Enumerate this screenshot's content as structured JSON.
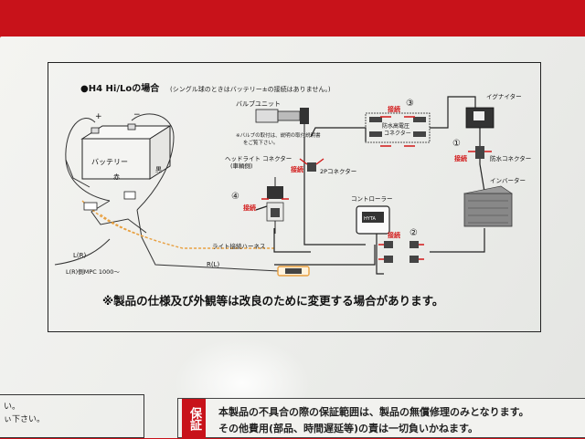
{
  "diagram": {
    "title": "●H4 Hi/Loの場合",
    "subtitle": "(シングル球のときはバッテリー±の接続はありません。)",
    "battery_label": "バッテリー",
    "battery_plus": "+",
    "battery_minus": "−",
    "bulb_unit": "バルブユニット",
    "bulb_note": [
      "※バルブの取付は、説明の取付説明書",
      "をご覧下さい。"
    ],
    "waterproof_hv_connector": [
      "防水高電圧",
      "コネクター"
    ],
    "igniter": "イグナイター",
    "waterproof_connector": "防水コネクター",
    "inverter": "インバーター",
    "two_p_connector": "2Pコネクター",
    "controller": "コントローラー",
    "controller_badge": "HYTA",
    "headlight_connector": [
      "ヘッドライト コネクター",
      "(車輌側)"
    ],
    "light_harness": "ライト接続ハーネス",
    "wire_r": "R(L)",
    "wire_l": "L(R)",
    "wire_l_note": "L(R)側MPC 1000〜",
    "wire_red": "赤",
    "wire_black": "黒",
    "connect": "接続",
    "steps": [
      "①",
      "②",
      "③",
      "④"
    ],
    "notice": "※製品の仕様及び外観等は改良のために変更する場合があります。"
  },
  "footer": {
    "left_lines": [
      "い。",
      "ぃ下さい。"
    ],
    "warranty_label": "保証",
    "warranty_line1": "本製品の不具合の際の保証範囲は、製品の無償修理のみとなります。",
    "warranty_line2": "その他費用(部品、時間遅延等)の責は一切負いかねます。"
  },
  "colors": {
    "background_red": "#c8121a",
    "connector_red": "#d21818",
    "harness_orange": "#e8a040"
  }
}
